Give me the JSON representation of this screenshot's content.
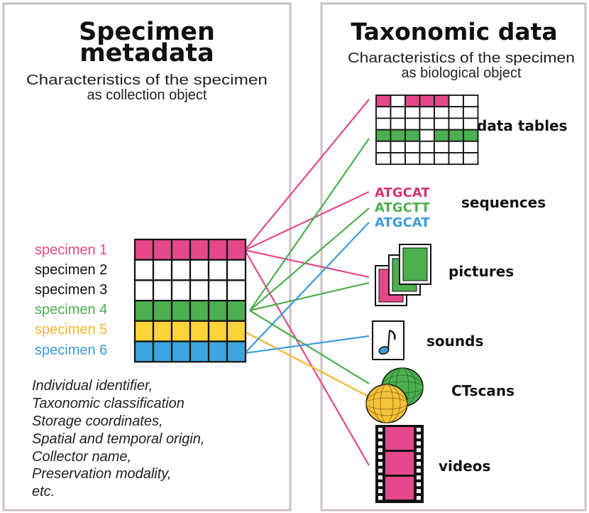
{
  "left_panel": {
    "title_line1": "Specimen",
    "title_line2": "metadata",
    "subtitle_line1": "Characteristics of the specimen",
    "subtitle_line2": "as collection object",
    "specimens": [
      {
        "label": "specimen 1",
        "color": "#e5488a"
      },
      {
        "label": "specimen 2",
        "color": "#111111"
      },
      {
        "label": "specimen 3",
        "color": "#111111"
      },
      {
        "label": "specimen 4",
        "color": "#4caf50"
      },
      {
        "label": "specimen 5",
        "color": "#f5b62e"
      },
      {
        "label": "specimen 6",
        "color": "#3d9bd8"
      }
    ],
    "row_fills": [
      "#e5488a",
      "#ffffff",
      "#ffffff",
      "#4caf50",
      "#fcd43a",
      "#3da5e0"
    ],
    "metadata_fields": [
      "Individual identifier,",
      "Taxonomic classification",
      "Storage coordinates,",
      "Spatial and temporal origin,",
      "Collector name,",
      "Preservation modality,",
      "etc."
    ]
  },
  "right_panel": {
    "title": "Taxonomic data",
    "subtitle_line1": "Characteristics of the specimen",
    "subtitle_line2": "as biological object",
    "items": {
      "data_tables": "data tables",
      "sequences": "sequences",
      "pictures": "pictures",
      "sounds": "sounds",
      "ctscans": "CTscans",
      "videos": "videos"
    },
    "seq_lines": [
      {
        "text": "ATGCAT",
        "color": "#d8326a"
      },
      {
        "text": "ATGCTT",
        "color": "#4caf50"
      },
      {
        "text": "ATGCAT",
        "color": "#3d9bd8"
      }
    ]
  },
  "colors": {
    "pink": "#e5488a",
    "green": "#4caf50",
    "yellow": "#f5b62e",
    "blue": "#3d9bd8",
    "panel_border": "#cbc3c3"
  }
}
